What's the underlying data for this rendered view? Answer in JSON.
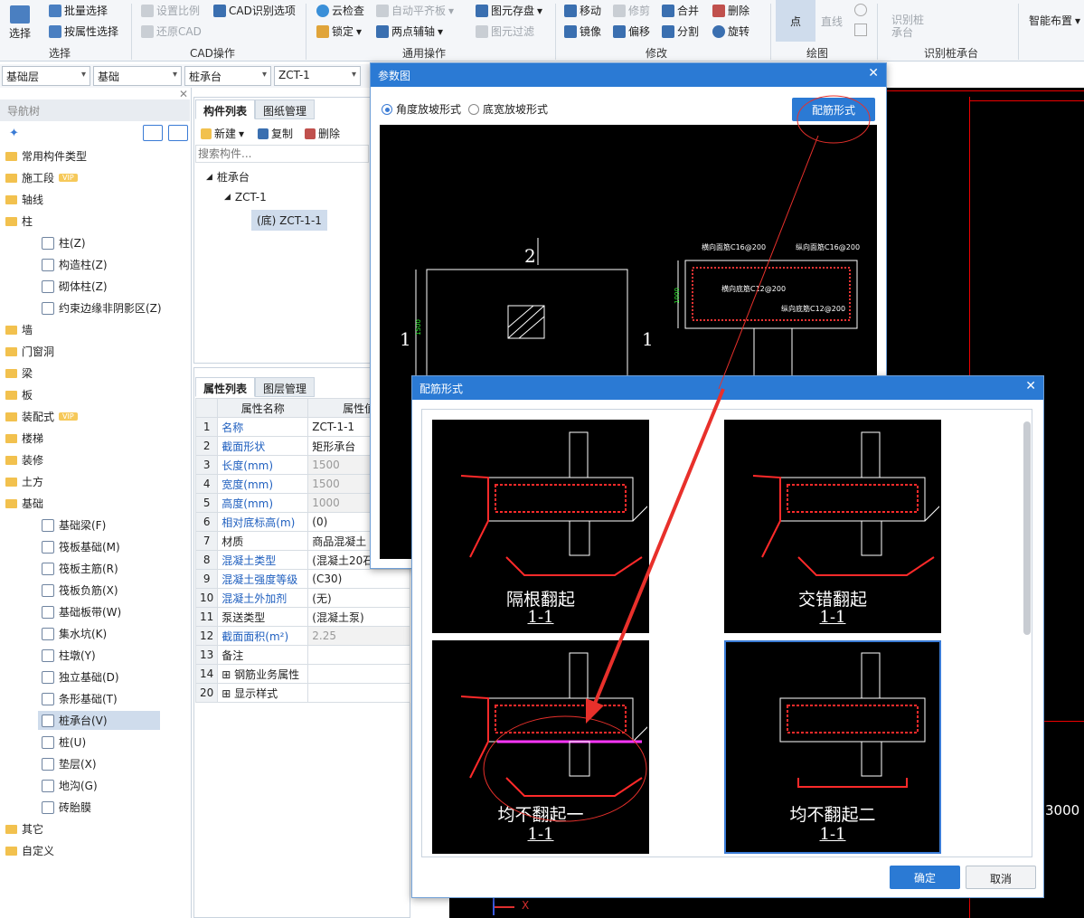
{
  "ribbon": {
    "select_big": "选择",
    "batch_select": "批量选择",
    "select_by_attr": "按属性选择",
    "group_select": "选择",
    "set_ratio": "设置比例",
    "cad_identify_options": "CAD识别选项",
    "restore_cad": "还原CAD",
    "group_cad": "CAD操作",
    "cloud_check": "云检查",
    "auto_flat": "自动平齐板",
    "element_save": "图元存盘",
    "lock": "锁定",
    "two_point_aux": "两点辅轴",
    "element_filter": "图元过滤",
    "group_common": "通用操作",
    "move": "移动",
    "trim": "修剪",
    "merge": "合并",
    "delete": "删除",
    "mirror": "镜像",
    "offset": "偏移",
    "split": "分割",
    "rotate": "旋转",
    "group_modify": "修改",
    "point": "点",
    "line": "直线",
    "group_draw": "绘图",
    "identify_cap": "识别桩承台",
    "identify_cap_group": "识别桩承台",
    "smart_layout": "智能布置"
  },
  "selectors": [
    "基础层",
    "基础",
    "桩承台",
    "ZCT-1"
  ],
  "nav": {
    "title": "导航树",
    "items": [
      {
        "label": "常用构件类型",
        "vip": ""
      },
      {
        "label": "施工段",
        "vip": "VIP"
      },
      {
        "label": "轴线",
        "vip": ""
      },
      {
        "label": "柱",
        "vip": ""
      },
      {
        "label": "柱(Z)",
        "vip": ""
      },
      {
        "label": "构造柱(Z)",
        "vip": ""
      },
      {
        "label": "砌体柱(Z)",
        "vip": ""
      },
      {
        "label": "约束边缘非阴影区(Z)",
        "vip": ""
      },
      {
        "label": "墙",
        "vip": ""
      },
      {
        "label": "门窗洞",
        "vip": ""
      },
      {
        "label": "梁",
        "vip": ""
      },
      {
        "label": "板",
        "vip": ""
      },
      {
        "label": "装配式",
        "vip": "VIP"
      },
      {
        "label": "楼梯",
        "vip": ""
      },
      {
        "label": "装修",
        "vip": ""
      },
      {
        "label": "土方",
        "vip": ""
      },
      {
        "label": "基础",
        "vip": ""
      },
      {
        "label": "基础梁(F)",
        "vip": ""
      },
      {
        "label": "筏板基础(M)",
        "vip": ""
      },
      {
        "label": "筏板主筋(R)",
        "vip": ""
      },
      {
        "label": "筏板负筋(X)",
        "vip": ""
      },
      {
        "label": "基础板带(W)",
        "vip": ""
      },
      {
        "label": "集水坑(K)",
        "vip": ""
      },
      {
        "label": "柱墩(Y)",
        "vip": ""
      },
      {
        "label": "独立基础(D)",
        "vip": ""
      },
      {
        "label": "条形基础(T)",
        "vip": ""
      },
      {
        "label": "桩承台(V)",
        "vip": ""
      },
      {
        "label": "桩(U)",
        "vip": ""
      },
      {
        "label": "垫层(X)",
        "vip": ""
      },
      {
        "label": "地沟(G)",
        "vip": ""
      },
      {
        "label": "砖胎膜",
        "vip": ""
      },
      {
        "label": "其它",
        "vip": ""
      },
      {
        "label": "自定义",
        "vip": ""
      }
    ]
  },
  "component_list": {
    "tab_active": "构件列表",
    "tab_other": "图纸管理",
    "new": "新建",
    "copy": "复制",
    "delete": "删除",
    "search_placeholder": "搜索构件...",
    "tree": [
      "桩承台",
      "ZCT-1",
      "(底) ZCT-1-1"
    ]
  },
  "property_list": {
    "tab_active": "属性列表",
    "tab_other": "图层管理",
    "col_name": "属性名称",
    "col_value": "属性值",
    "rows": [
      {
        "n": "1",
        "name": "名称",
        "value": "ZCT-1-1"
      },
      {
        "n": "2",
        "name": "截面形状",
        "value": "矩形承台"
      },
      {
        "n": "3",
        "name": "长度(mm)",
        "value": "1500"
      },
      {
        "n": "4",
        "name": "宽度(mm)",
        "value": "1500"
      },
      {
        "n": "5",
        "name": "高度(mm)",
        "value": "1000"
      },
      {
        "n": "6",
        "name": "相对底标高(m)",
        "value": "(0)"
      },
      {
        "n": "7",
        "name": "材质",
        "value": "商品混凝土"
      },
      {
        "n": "8",
        "name": "混凝土类型",
        "value": "(混凝土20石"
      },
      {
        "n": "9",
        "name": "混凝土强度等级",
        "value": "(C30)"
      },
      {
        "n": "10",
        "name": "混凝土外加剂",
        "value": "(无)"
      },
      {
        "n": "11",
        "name": "泵送类型",
        "value": "(混凝土泵)"
      },
      {
        "n": "12",
        "name": "截面面积(m²)",
        "value": "2.25"
      },
      {
        "n": "13",
        "name": "备注",
        "value": ""
      },
      {
        "n": "14",
        "name": "钢筋业务属性",
        "value": ""
      },
      {
        "n": "20",
        "name": "显示样式",
        "value": ""
      }
    ]
  },
  "param_dialog": {
    "title": "参数图",
    "radio_angle": "角度放坡形式",
    "radio_width": "底宽放坡形式",
    "btn_rebar": "配筋形式",
    "labels": [
      "2",
      "1",
      "1",
      "1500",
      "横向面筋C16@200",
      "纵向面筋C16@200",
      "横向底筋C12@200",
      "纵向底筋C12@200",
      "1000"
    ]
  },
  "rebar_dialog": {
    "title": "配筋形式",
    "options": [
      {
        "name": "隔根翻起",
        "section": "1-1"
      },
      {
        "name": "交错翻起",
        "section": "1-1"
      },
      {
        "name": "均不翻起一",
        "section": "1-1"
      },
      {
        "name": "均不翻起二",
        "section": "1-1"
      }
    ],
    "ok": "确定",
    "cancel": "取消"
  },
  "cad_right": {
    "dimension": "3000"
  },
  "colors": {
    "accent": "#2b7ad4",
    "annotation": "#e8302b",
    "rebar": "#ff2a2a",
    "cad_bg": "#000000"
  }
}
